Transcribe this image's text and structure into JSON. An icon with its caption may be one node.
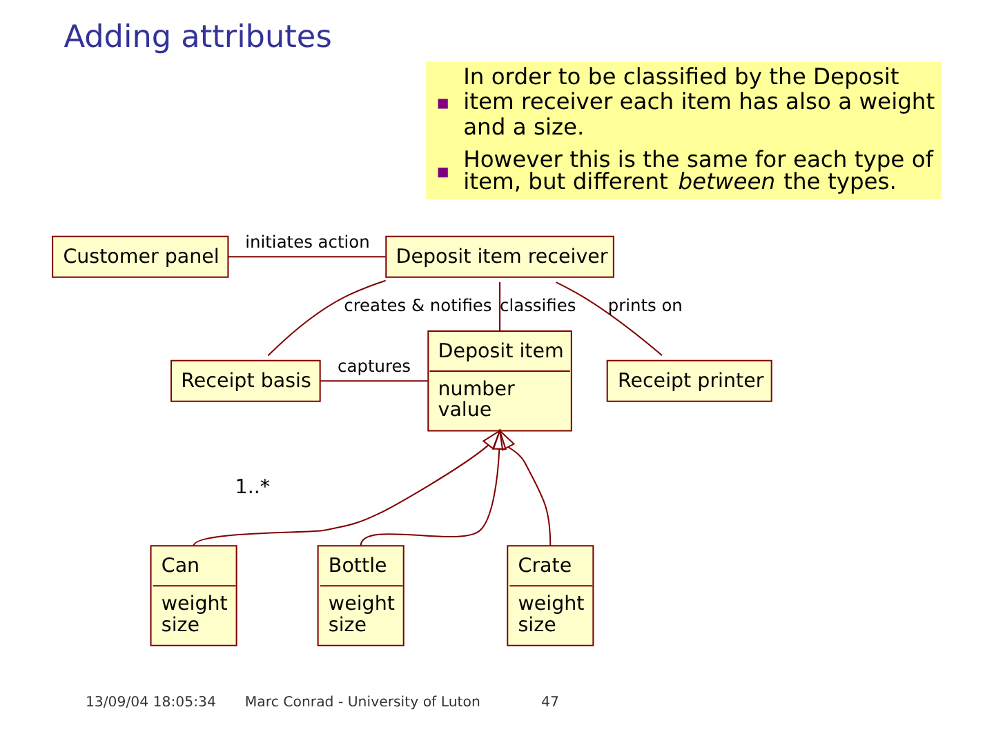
{
  "diagram": {
    "title": "Adding attributes",
    "nodes": [
      {
        "text": [
          "In order to be classified by the Deposit item receiver each item has also a weight and a size.",
          "However this is the same for each type of item, but different *between* the types."
        ]
      },
      {
        "text": [
          "Customer panel"
        ]
      },
      {
        "text": [
          "Deposit item receiver"
        ]
      },
      {
        "text": [
          "Receipt basis"
        ]
      },
      {
        "text": [
          "Deposit item",
          "number",
          "value"
        ]
      },
      {
        "text": [
          "Receipt printer"
        ]
      },
      {
        "text": [
          "Can",
          "weight",
          "size"
        ]
      },
      {
        "text": [
          "Bottle",
          "weight",
          "size"
        ]
      },
      {
        "text": [
          "Crate",
          "weight",
          "size"
        ]
      }
    ],
    "edges": [
      {
        "from": 1,
        "to": 2,
        "arrow": "none",
        "label": "initiates action"
      },
      {
        "from": 2,
        "to": 3,
        "arrow": "none",
        "label": "creates & notifies"
      },
      {
        "from": 2,
        "to": 4,
        "arrow": "none",
        "label": "classifies"
      },
      {
        "from": 3,
        "to": 4,
        "arrow": "none",
        "label": "captures"
      },
      {
        "from": 2,
        "to": 5,
        "arrow": "none",
        "label": "prints on"
      },
      {
        "from": 6,
        "to": 4,
        "arrow": "to"
      },
      {
        "from": 7,
        "to": 4,
        "arrow": "to"
      },
      {
        "from": 8,
        "to": 4,
        "arrow": "to"
      }
    ],
    "labels": [
      "1..*",
      "13/09/04 18:05:34",
      "Marc Conrad - University of Luton",
      "47"
    ]
  }
}
